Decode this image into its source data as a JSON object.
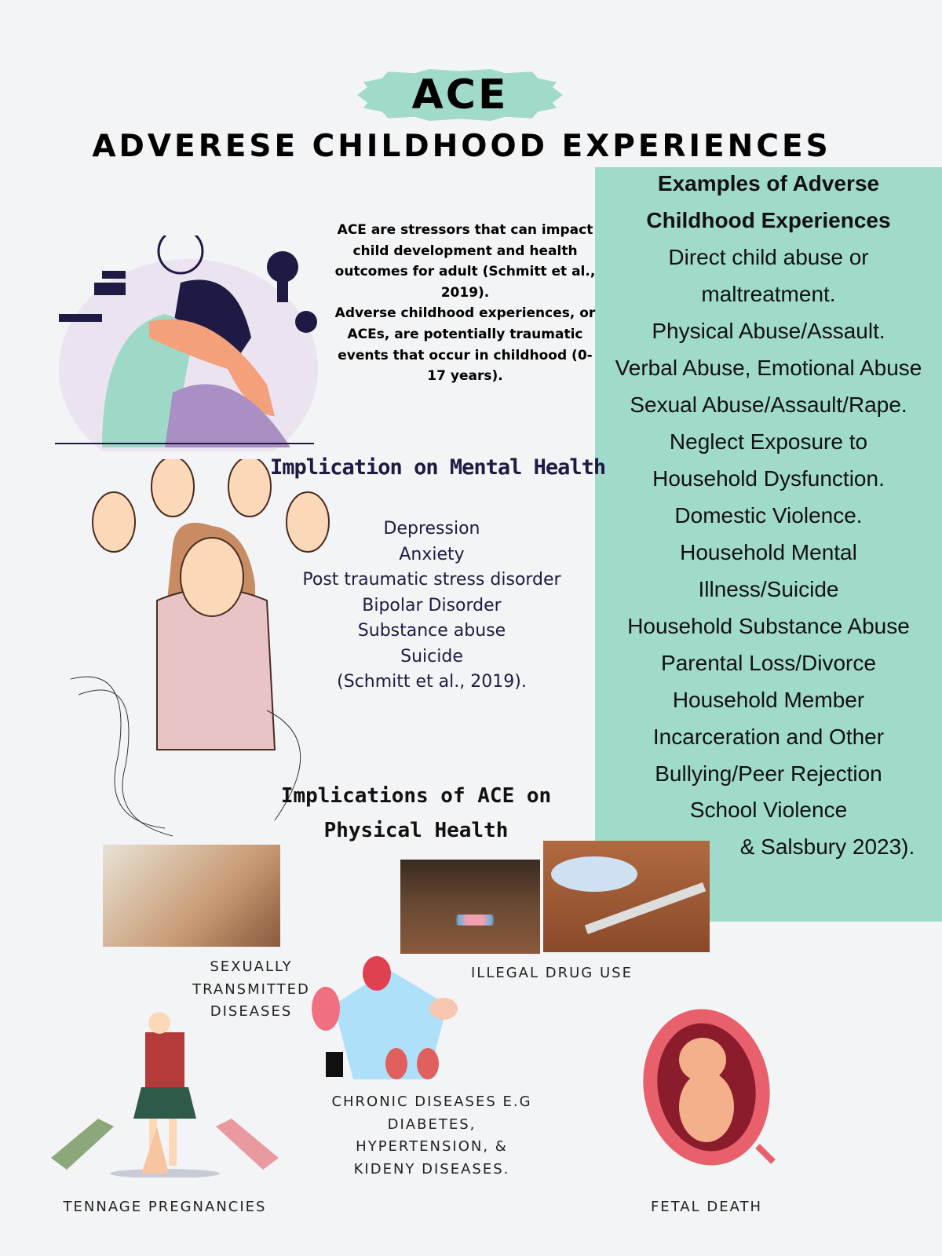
{
  "header": {
    "badge": "ACE",
    "title": "ADVERESE CHILDHOOD EXPERIENCES"
  },
  "intro": {
    "lines": [
      "ACE are stressors that can impact child development and health outcomes  for adult (Schmitt et al., 2019).",
      "Adverse childhood experiences, or ACEs, are potentially traumatic events that occur in childhood (0-17 years)."
    ]
  },
  "examples": {
    "heading": "Examples of Adverse Childhood Experiences",
    "items": [
      "Direct child abuse or maltreatment.",
      "Physical Abuse/Assault.",
      "Verbal Abuse, Emotional Abuse",
      "Sexual Abuse/Assault/Rape.",
      "Neglect Exposure to Household Dysfunction.",
      "Domestic Violence.",
      "Household Mental Illness/Suicide",
      "Household Substance Abuse",
      "Parental Loss/Divorce",
      "Household Member Incarceration and Other",
      "Bullying/Peer Rejection",
      "School Violence",
      "& Salsbury 2023)."
    ]
  },
  "mental": {
    "title": "Implication on Mental Health",
    "items": [
      "Depression",
      "Anxiety",
      "Post traumatic stress disorder",
      "Bipolar Disorder",
      "Substance abuse",
      "Suicide",
      "(Schmitt et al., 2019)."
    ]
  },
  "physical": {
    "title": "Implications of ACE on Physical Health",
    "captions": {
      "std": "SEXUALLY TRANSMITTED DISEASES",
      "drugs": "ILLEGAL DRUG USE",
      "chronic": "CHRONIC DISEASES E.G DIABETES, HYPERTENSION, & KIDENY DISEASES.",
      "pregnancy": "TENNAGE PREGNANCIES",
      "fetal": "FETAL DEATH"
    }
  },
  "colors": {
    "accent": "#a0dacb",
    "heading": "#1e1a44",
    "background": "#f3f4f6"
  }
}
